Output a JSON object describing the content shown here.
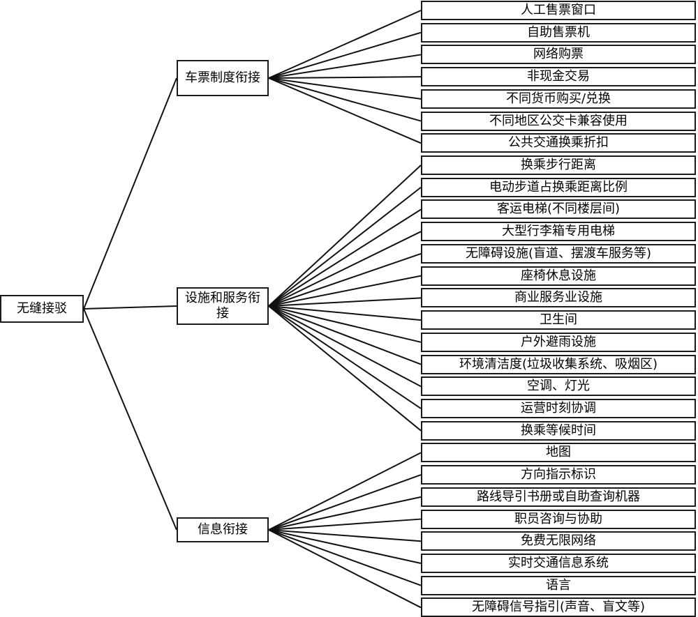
{
  "root": "无缝接驳",
  "groups": [
    {
      "label": "车票制度衔接",
      "items": [
        "人工售票窗口",
        "自助售票机",
        "网络购票",
        "非现金交易",
        "不同货币购买/兑换",
        "不同地区公交卡兼容使用",
        "公共交通换乘折扣"
      ]
    },
    {
      "label": "设施和服务衔接",
      "items": [
        "换乘步行距离",
        "电动步道占换乘距离比例",
        "客运电梯(不同楼层间)",
        "大型行李箱专用电梯",
        "无障碍设施(盲道、摆渡车服务等)",
        "座椅休息设施",
        "商业服务业设施",
        "卫生间",
        "户外避雨设施",
        "环境清洁度(垃圾收集系统、吸烟区)",
        "空调、灯光",
        "运营时刻协调",
        "换乘等候时间"
      ]
    },
    {
      "label": "信息衔接",
      "items": [
        "地图",
        "方向指示标识",
        "路线导引书册或自助查询机器",
        "职员咨询与协助",
        "免费无限网络",
        "实时交通信息系统",
        "语言",
        "无障碍信号指引(声音、盲文等)"
      ]
    }
  ]
}
